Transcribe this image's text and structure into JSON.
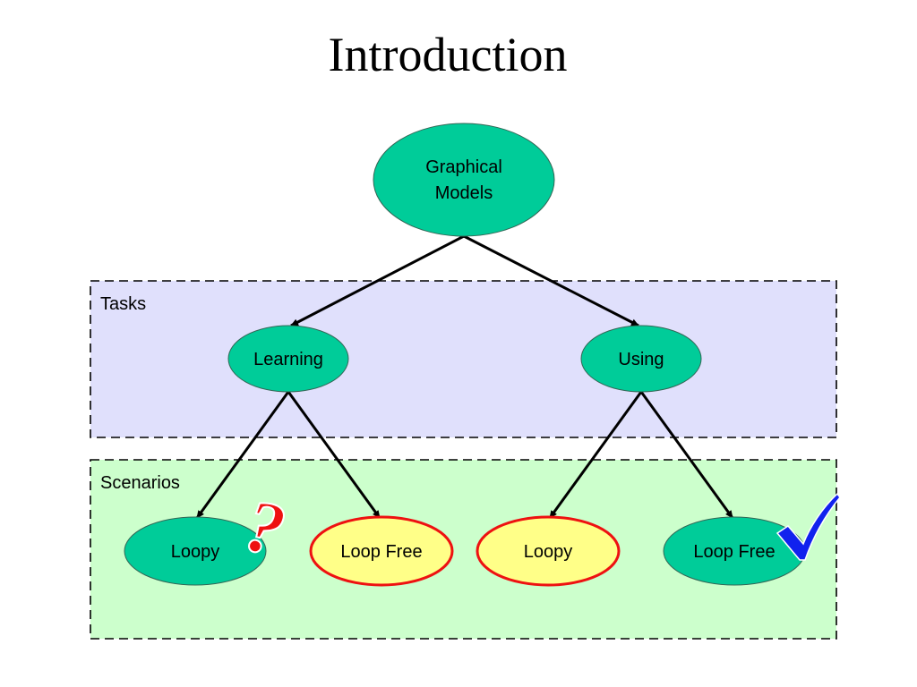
{
  "slide": {
    "title": "Introduction"
  },
  "regions": {
    "tasks": {
      "label": "Tasks",
      "fill": "#e0e0fc"
    },
    "scenarios": {
      "label": "Scenarios",
      "fill": "#ccffcc"
    }
  },
  "nodes": {
    "root": {
      "line1": "Graphical",
      "line2": "Models"
    },
    "learning": {
      "label": "Learning"
    },
    "using": {
      "label": "Using"
    },
    "learning_loopy": {
      "label": "Loopy"
    },
    "learning_loop_free": {
      "label": "Loop Free"
    },
    "using_loopy": {
      "label": "Loopy"
    },
    "using_loop_free": {
      "label": "Loop Free"
    }
  },
  "marks": {
    "question": {
      "glyph": "?",
      "color": "#ee1111"
    },
    "check": {
      "glyph": "✔",
      "color": "#1122ee"
    }
  },
  "colors": {
    "node_green": "#00cc99",
    "node_yellow": "#ffff88",
    "highlight_red": "#ee1111"
  }
}
